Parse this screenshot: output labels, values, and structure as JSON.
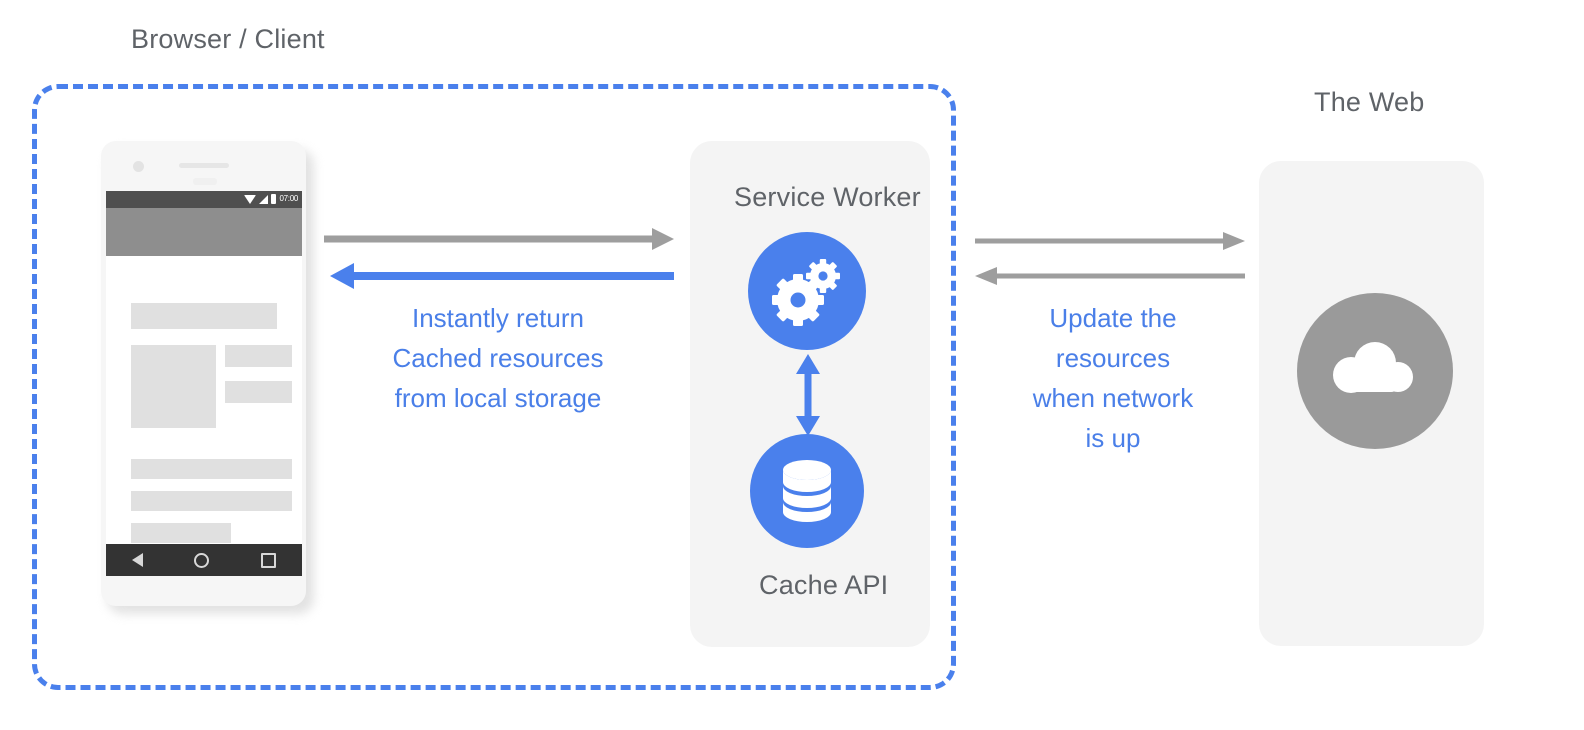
{
  "diagram": {
    "title_regions": {
      "browser_client": "Browser / Client",
      "the_web": "The Web"
    },
    "nodes": {
      "service_worker": {
        "label": "Service Worker",
        "icon": "gears-icon"
      },
      "cache_api": {
        "label": "Cache API",
        "icon": "database-icon"
      },
      "web_cloud": {
        "icon": "cloud-icon"
      }
    },
    "annotations": {
      "cached_response": "Instantly return\nCached resources\nfrom local storage",
      "network_update": "Update the\nresources\nwhen network\nis up"
    },
    "phone": {
      "status_time": "07:00",
      "status_icons": [
        "wifi-icon",
        "signal-icon",
        "battery-icon"
      ],
      "nav_icons": [
        "back-icon",
        "home-icon",
        "recents-icon"
      ]
    },
    "colors": {
      "accent_blue": "#4a80ec",
      "text_blue": "#4a7fe8",
      "text_gray": "#5f6368",
      "arrow_gray": "#9e9e9e",
      "panel_gray": "#f4f4f4",
      "cloud_gray": "#9a9a9a",
      "skeleton_gray": "#e0e0e0",
      "background": "#ffffff"
    }
  }
}
